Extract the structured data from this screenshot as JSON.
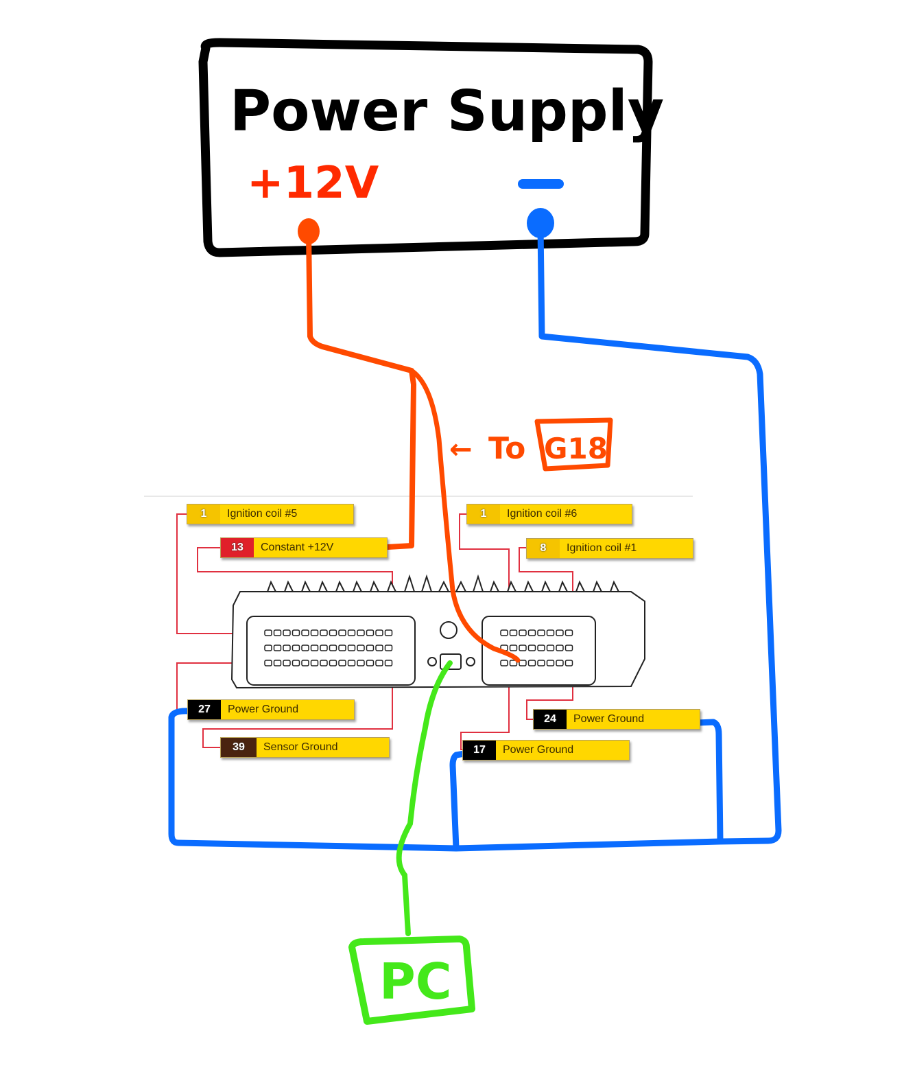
{
  "diagram": {
    "power_supply": {
      "title": "Power Supply",
      "positive_label": "+12V",
      "negative_label": "–"
    },
    "annotation": {
      "arrow": "←",
      "text": "To",
      "target_pin": "G18"
    },
    "pc_label": "PC",
    "pins": [
      {
        "id": "pin-1-left",
        "number": "1",
        "label": "Ignition coil #5",
        "color": "#f5c400"
      },
      {
        "id": "pin-13",
        "number": "13",
        "label": "Constant +12V",
        "color": "#e0202a"
      },
      {
        "id": "pin-1-right",
        "number": "1",
        "label": "Ignition coil #6",
        "color": "#f5c400"
      },
      {
        "id": "pin-8",
        "number": "8",
        "label": "Ignition coil #1",
        "color": "#f5c400"
      },
      {
        "id": "pin-27",
        "number": "27",
        "label": "Power Ground",
        "color": "#000000"
      },
      {
        "id": "pin-39",
        "number": "39",
        "label": "Sensor Ground",
        "color": "#4a2410"
      },
      {
        "id": "pin-24",
        "number": "24",
        "label": "Power Ground",
        "color": "#000000"
      },
      {
        "id": "pin-17",
        "number": "17",
        "label": "Power Ground",
        "color": "#000000"
      }
    ],
    "wire_colors": {
      "positive": "#ff4a00",
      "ground": "#0a6cff",
      "usb": "#44e81a",
      "pin_leader": "#e03040",
      "outline": "#000000"
    }
  }
}
